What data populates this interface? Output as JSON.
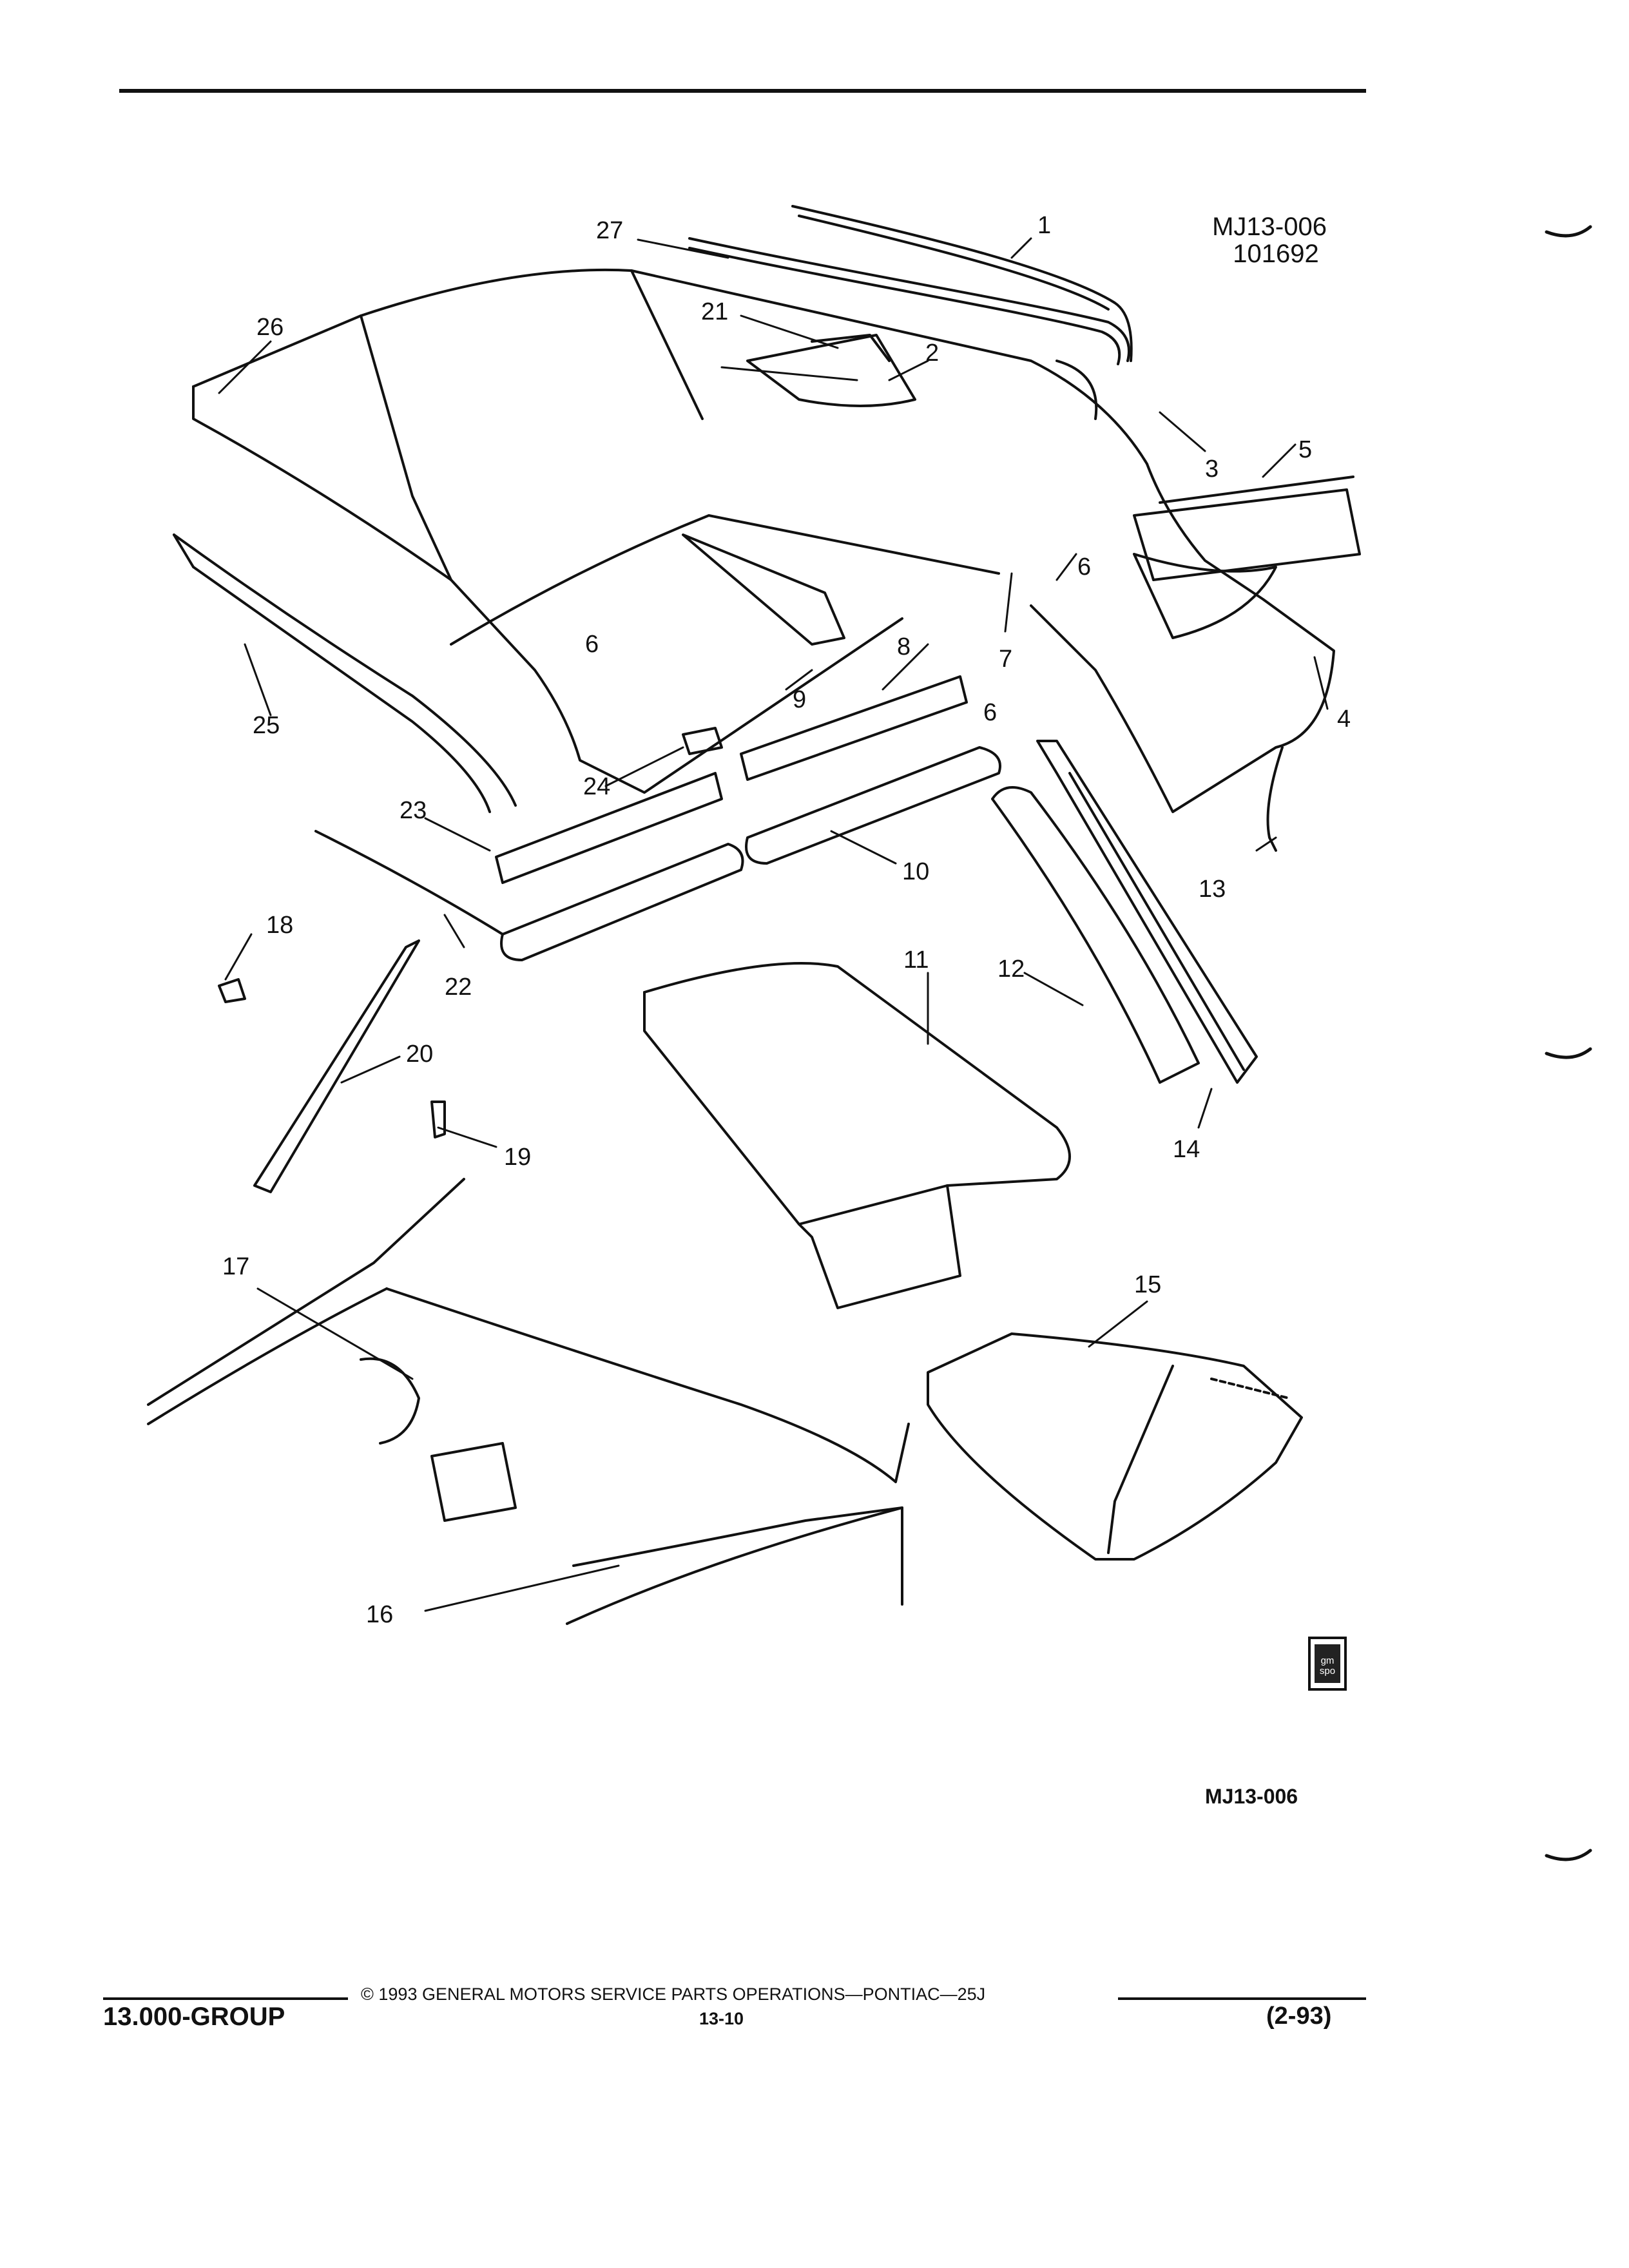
{
  "header": {
    "figure_code": "MJ13-006",
    "date_code": "101692"
  },
  "callouts": [
    "1",
    "2",
    "3",
    "4",
    "5",
    "6",
    "6",
    "6",
    "7",
    "8",
    "9",
    "10",
    "11",
    "12",
    "13",
    "14",
    "15",
    "16",
    "17",
    "18",
    "19",
    "20",
    "21",
    "22",
    "23",
    "24",
    "25",
    "26",
    "27"
  ],
  "figure_footer_code": "MJ13-006",
  "logo": {
    "text": "gm spo"
  },
  "footer": {
    "group": "13.000-GROUP",
    "copyright": "© 1993 GENERAL MOTORS SERVICE PARTS OPERATIONS—PONTIAC—25J",
    "page": "13-10",
    "revision": "(2-93)"
  }
}
